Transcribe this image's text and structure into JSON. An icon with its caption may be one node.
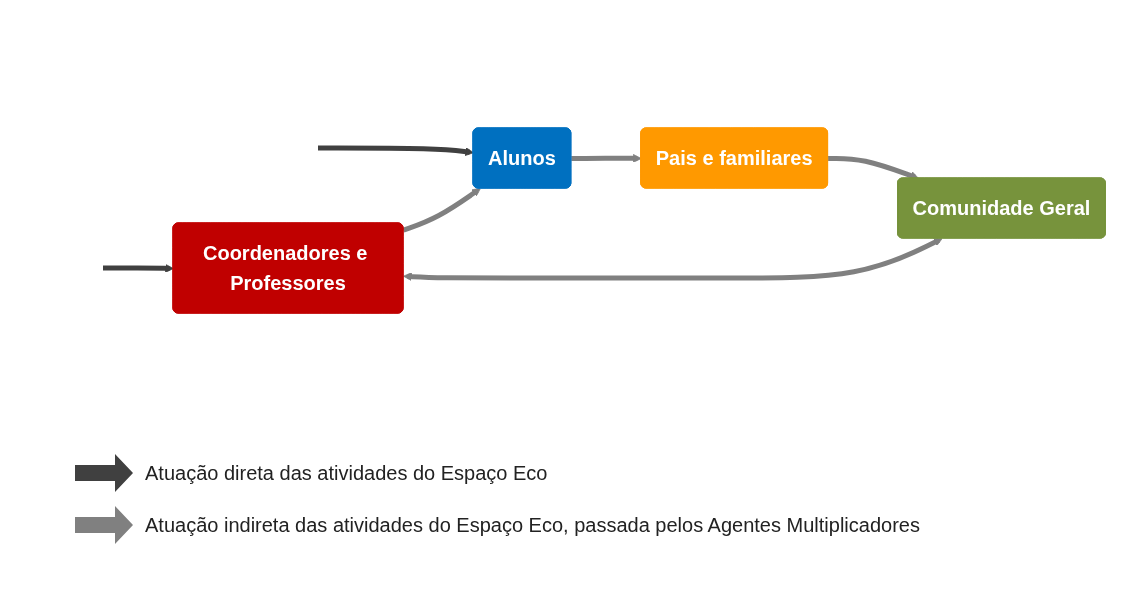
{
  "diagram": {
    "nodes": [
      {
        "text": [
          "Coordenadores e Professores"
        ]
      },
      {
        "text": [
          "Alunos"
        ]
      },
      {
        "text": [
          "Pais e familiares"
        ]
      },
      {
        "text": [
          "Comunidade Geral"
        ]
      }
    ],
    "edges": [
      {
        "from": null,
        "to": 0,
        "arrow": "to",
        "color": "#404040"
      },
      {
        "from": null,
        "to": 1,
        "arrow": "to",
        "color": "#404040"
      },
      {
        "from": 0,
        "to": 1,
        "arrow": "to"
      },
      {
        "from": 1,
        "to": 2,
        "arrow": "to"
      },
      {
        "from": 2,
        "to": 3,
        "arrow": "to"
      },
      {
        "from": 3,
        "to": 0,
        "arrow": "both"
      }
    ],
    "legend": [
      {
        "text": "Atuação direta das atividades do Espaço Eco"
      },
      {
        "text": "Atuação indireta das atividades do Espaço Eco, passada pelos Agentes Multiplicadores"
      }
    ]
  }
}
